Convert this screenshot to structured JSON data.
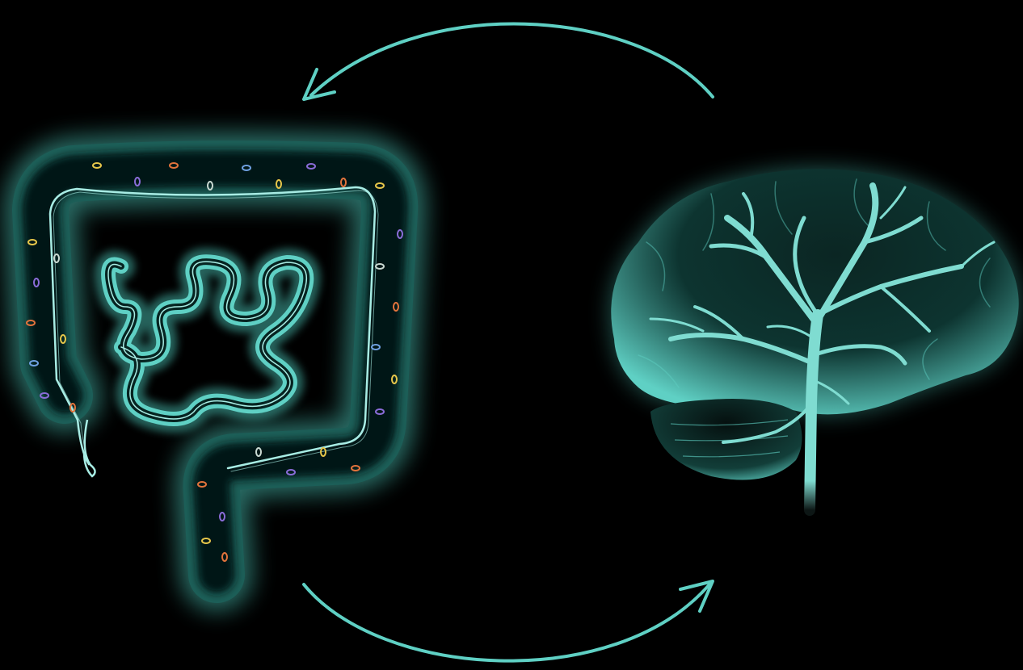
{
  "figure": {
    "subject": "gut-brain-axis",
    "elements": [
      {
        "name": "intestines-illustration",
        "icon": "intestines-icon"
      },
      {
        "name": "brain-illustration",
        "icon": "brain-icon"
      },
      {
        "name": "arrow-to-gut",
        "icon": "curved-arrow-icon"
      },
      {
        "name": "arrow-to-brain",
        "icon": "curved-arrow-icon"
      }
    ]
  },
  "colors": {
    "background": "#000000",
    "accent": "#5fd0c4",
    "accent_light": "#a8ece4",
    "glow": "#3fb8ab",
    "bacteria": [
      "#e6c64a",
      "#8a6cd8",
      "#e2733c",
      "#c9d9d2",
      "#6fa0e0"
    ]
  }
}
